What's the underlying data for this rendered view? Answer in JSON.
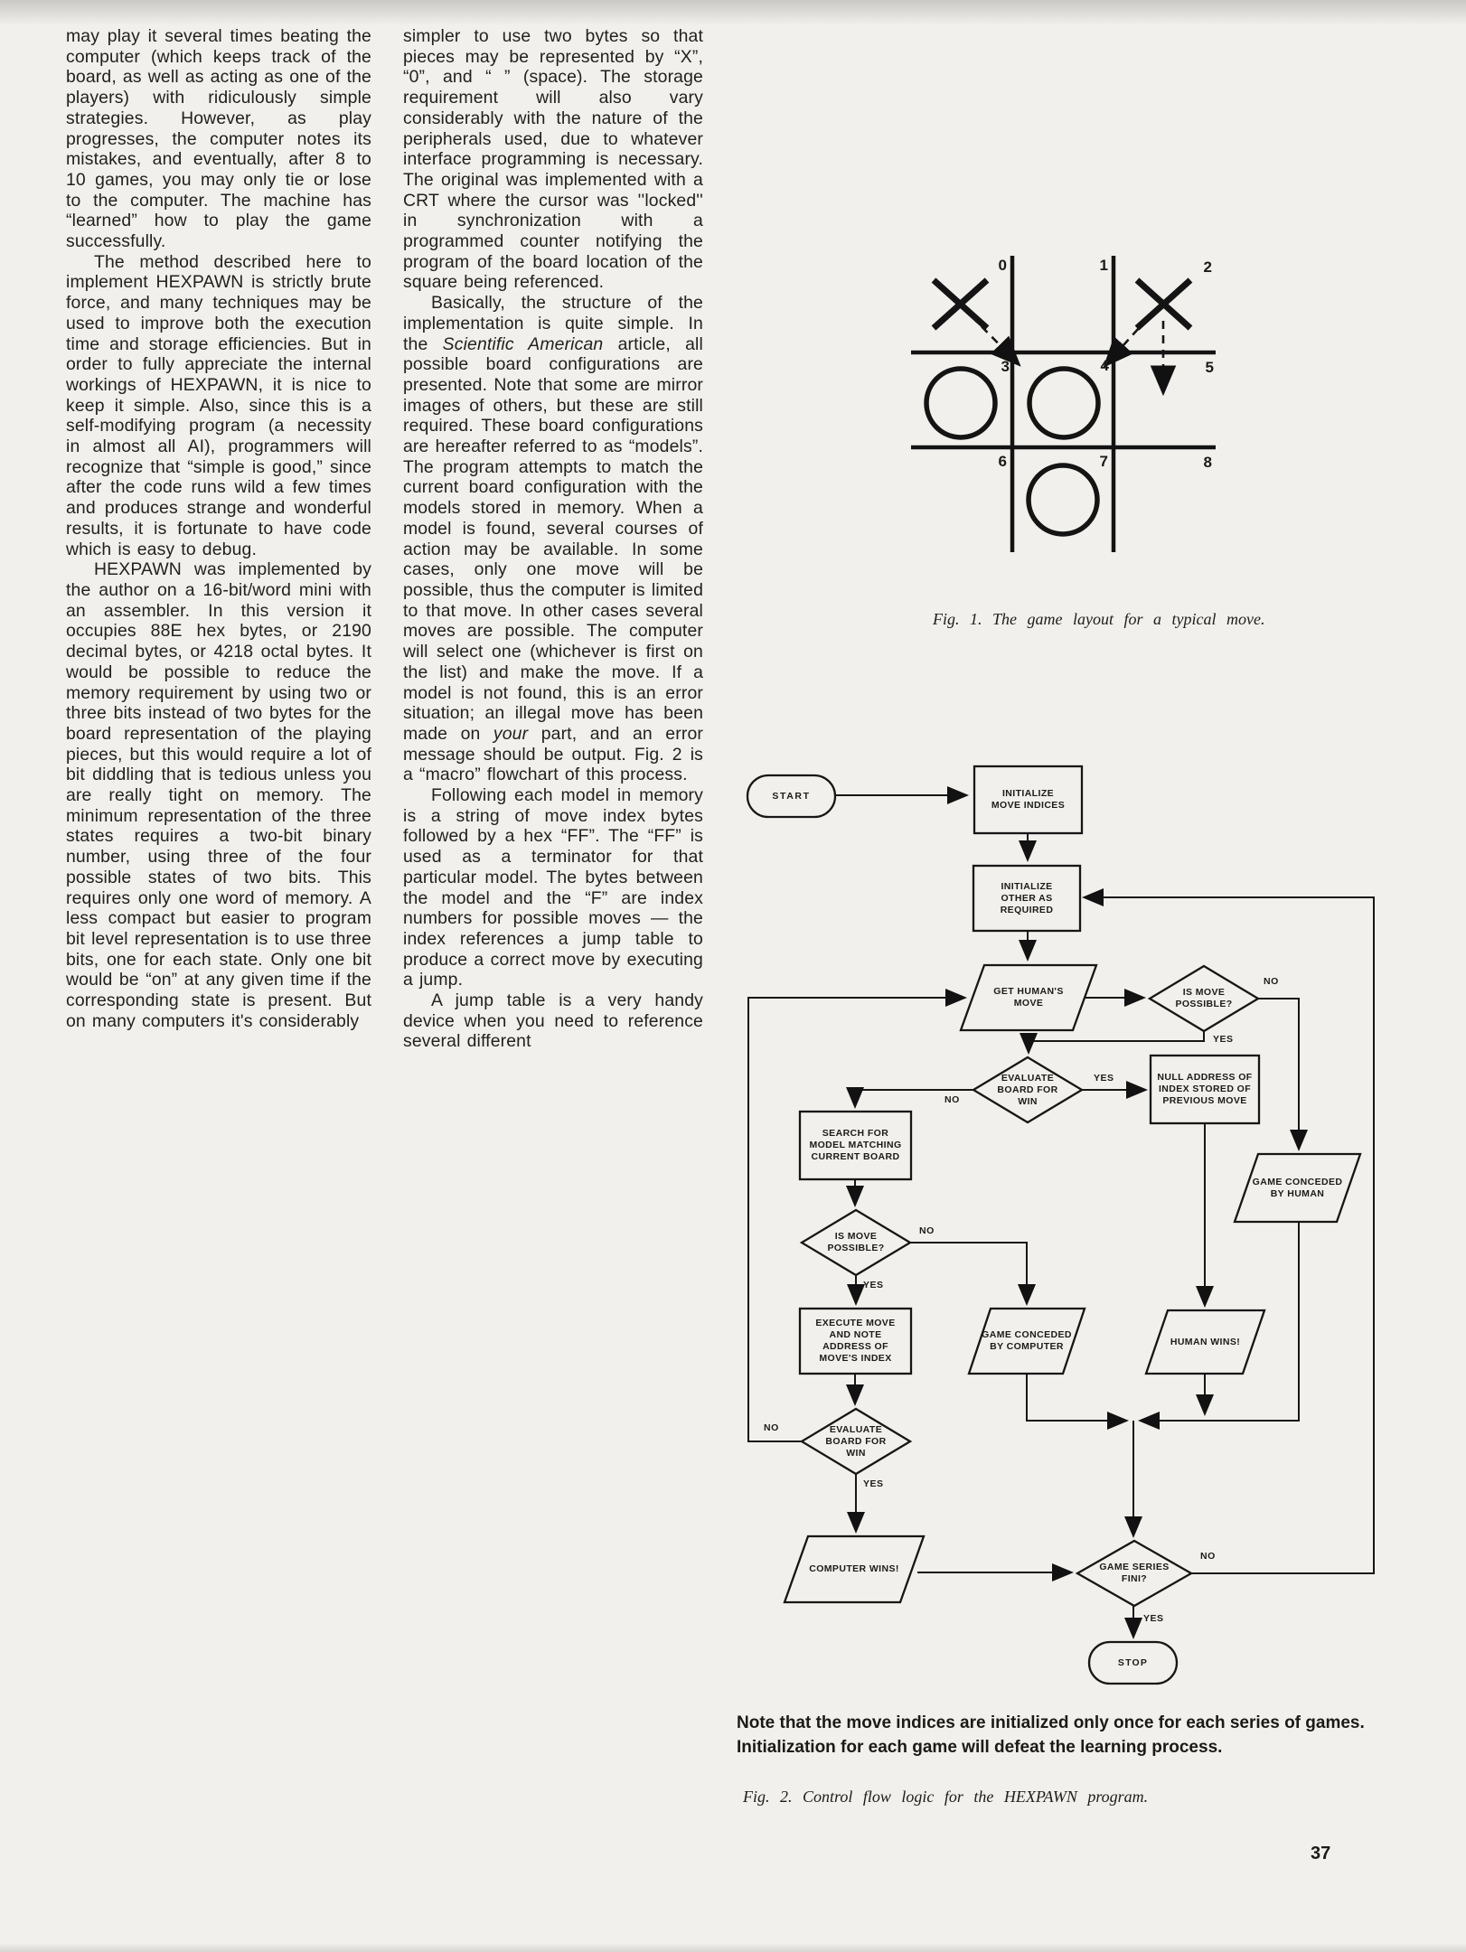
{
  "page": {
    "number": "37"
  },
  "left_column": {
    "paragraphs": [
      {
        "indent": false,
        "text": "may play it several times beating the computer (which keeps track of the board, as well as acting as one of the players) with ridiculously simple strategies. However, as play progresses, the computer notes its mistakes, and eventually, after 8 to 10 games, you may only tie or lose to the computer. The machine has “learned” how to play the game successfully."
      },
      {
        "indent": true,
        "text": "The method described here to implement HEXPAWN is strictly brute force, and many techniques may be used to improve both the execution time and storage efficiencies. But in order to fully appreciate the internal workings of HEXPAWN, it is nice to keep it simple. Also, since this is a self-modifying program (a necessity in almost all AI), programmers will recognize that “simple is good,” since after the code runs wild a few times and produces strange and wonderful results, it is fortunate to have code which is easy to debug."
      },
      {
        "indent": true,
        "text": "HEXPAWN was implemented by the author on a 16-bit/word mini with an assembler. In this version it occupies 88E hex bytes, or 2190 decimal bytes, or 4218 octal bytes. It would be possible to reduce the memory requirement by using two or three bits instead of two bytes for the board representation of the playing pieces, but this would require a lot of bit diddling that is tedious unless you are really tight on memory. The minimum representation of the three states requires a two-bit binary number, using three of the four possible states of two bits. This requires only one word of memory. A less compact but easier to program bit level representation is to use three bits, one for each state. Only one bit would be “on” at any given time if the corresponding state is present. But on many computers it's considerably"
      }
    ]
  },
  "middle_column": {
    "paragraphs": [
      {
        "indent": false,
        "text": "simpler to use two bytes so that pieces may be represented by “X”, “0”, and “ ” (space). The storage requirement will also vary considerably with the nature of the peripherals used, due to whatever interface programming is necessary. The original was implemented with a CRT where the cursor was ''locked'' in synchronization with a programmed counter notifying the program of the board location of the square being referenced."
      },
      {
        "indent": true,
        "text": "Basically, the structure of the implementation is quite simple. In the *Scientific American* article, all possible board configurations are presented. Note that some are mirror images of others, but these are still required. These board configurations are hereafter referred to as “models”. The program attempts to match the current board configuration with the models stored in memory. When a model is found, several courses of action may be available. In some cases, only one move will be possible, thus the computer is limited to that move. In other cases several moves are possible. The computer will select one (whichever is first on the list) and make the move. If a model is not found, this is an error situation; an illegal move has been made on *your* part, and an error message should be output. Fig. 2 is a “macro” flowchart of this process."
      },
      {
        "indent": true,
        "text": "Following each model in memory is a string of move index bytes followed by a hex “FF”. The “FF” is used as a terminator for that particular model. The bytes between the model and the “F” are index numbers for possible moves — the index references a jump table to produce a correct move by executing a jump."
      },
      {
        "indent": true,
        "text": "A jump table is a very handy device when you need to reference several different"
      }
    ]
  },
  "fig1": {
    "caption": "Fig. 1. The game layout for a  typical move.",
    "cell_labels": {
      "c0": "0",
      "c1": "1",
      "c2": "2",
      "c3": "3",
      "c4": "4",
      "c5": "5",
      "c6": "6",
      "c7": "7",
      "c8": "8"
    },
    "pieces": {
      "x_cells": "0, 2",
      "o_cells": "3, 4, 7"
    }
  },
  "fig2": {
    "note": "Note that the move indices are initialized only once for each series of games. Initialization for each game will defeat the learning process.",
    "caption": "Fig. 2. Control flow logic for the HEXPAWN program.",
    "nodes": {
      "start": "START",
      "init_move": "INITIALIZE MOVE INDICES",
      "init_other": "INITIALIZE OTHER AS REQUIRED",
      "get_move": "GET HUMAN'S MOVE",
      "move_possible_1": "IS MOVE POSSIBLE?",
      "eval_win_1": "EVALUATE BOARD FOR WIN",
      "null_address": "NULL ADDRESS OF INDEX STORED OF PREVIOUS MOVE",
      "search": "SEARCH FOR MODEL MATCHING CURRENT BOARD",
      "move_possible_2": "IS MOVE POSSIBLE?",
      "execute": "EXECUTE MOVE AND NOTE ADDRESS OF MOVE'S INDEX",
      "conceded_computer": "GAME CONCEDED BY COMPUTER",
      "conceded_human": "GAME CONCEDED BY HUMAN",
      "human_wins": "HUMAN WINS!",
      "eval_win_2": "EVALUATE BOARD FOR WIN",
      "computer_wins": "COMPUTER WINS!",
      "series_fini": "GAME SERIES FINI?",
      "stop": "STOP"
    },
    "labels": {
      "yes": "YES",
      "no": "NO"
    }
  }
}
